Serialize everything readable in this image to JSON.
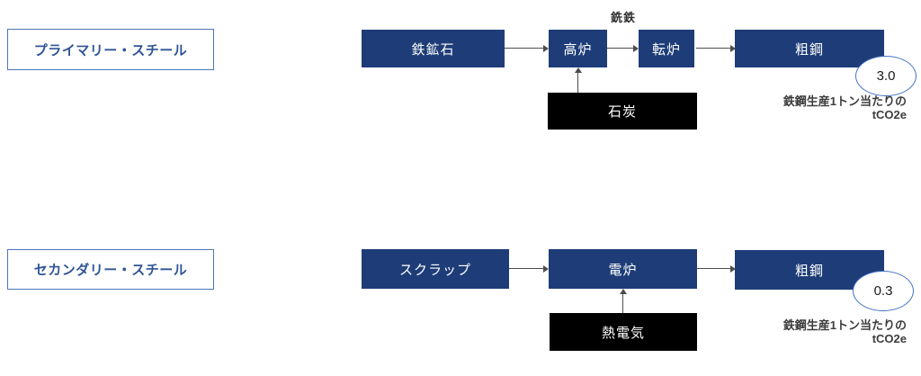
{
  "colors": {
    "process_node_fill": "#1e3d78",
    "input_node_fill": "#000000",
    "badge_border": "#4472c4",
    "label_box_border": "#4d74ba",
    "label_text": "#2f5496",
    "arrow": "#4d4d4d",
    "caption_text": "#3d3d3d"
  },
  "primary": {
    "label": "プライマリー・スチール",
    "nodes": {
      "iron_ore": "鉄鉱石",
      "blast_furnace": "高炉",
      "converter": "転炉",
      "crude_steel": "粗鋼"
    },
    "pig_iron_label": "銑鉄",
    "input": "石炭",
    "value": "3.0",
    "caption_line1": "鉄鋼生産1トン当たりの",
    "caption_line2": "tCO2e"
  },
  "secondary": {
    "label": "セカンダリー・スチール",
    "nodes": {
      "scrap": "スクラップ",
      "electric_furnace": "電炉",
      "crude_steel": "粗鋼"
    },
    "input": "熱電気",
    "value": "0.3",
    "caption_line1": "鉄鋼生産1トン当たりの",
    "caption_line2": "tCO2e"
  }
}
